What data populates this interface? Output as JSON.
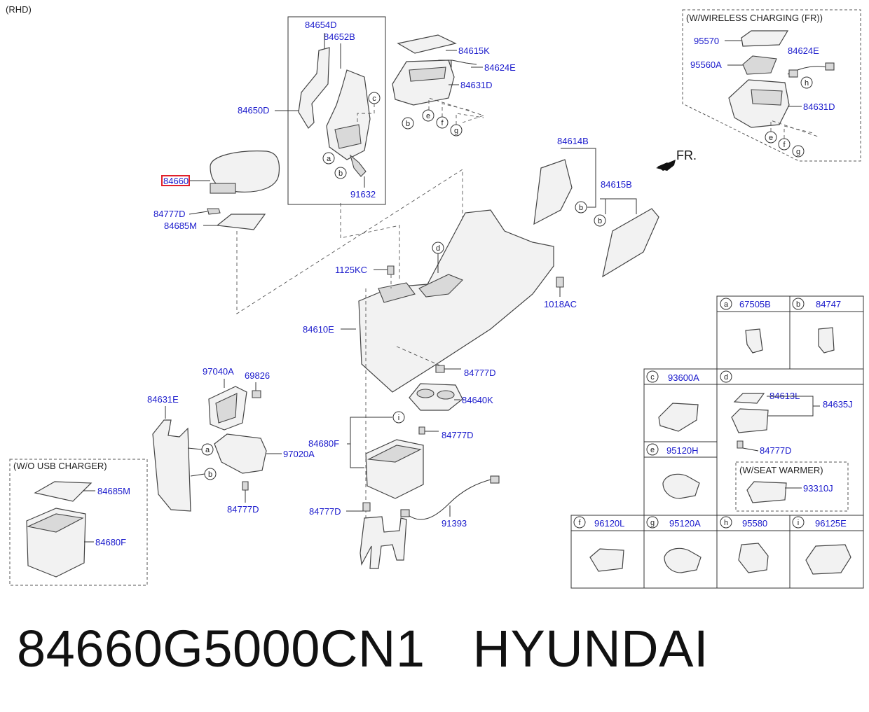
{
  "header": {
    "variant": "(RHD)"
  },
  "boxes": {
    "wireless_title": "(W/WIRELESS CHARGING (FR))",
    "usb_title": "(W/O USB CHARGER)",
    "seat_title": "(W/SEAT WARMER)",
    "fr": "FR."
  },
  "highlight": {
    "part": "84660",
    "color": "#e0202a"
  },
  "labels": {
    "p84654D": "84654D",
    "p84652B": "84652B",
    "p84650D": "84650D",
    "p91632": "91632",
    "p84615K": "84615K",
    "p84624E": "84624E",
    "p84631D": "84631D",
    "w95570": "95570",
    "w84624E": "84624E",
    "w95560A": "95560A",
    "w84631D": "84631D",
    "p84614B": "84614B",
    "p84615B": "84615B",
    "p84777D_a": "84777D",
    "p84685M": "84685M",
    "p1125KC": "1125KC",
    "p1018AC": "1018AC",
    "p84610E": "84610E",
    "p84777D_b": "84777D",
    "p84640K": "84640K",
    "p84777D_c": "84777D",
    "p84680F": "84680F",
    "p84777D_d": "84777D",
    "p91393": "91393",
    "p97040A": "97040A",
    "p69826": "69826",
    "p84631E": "84631E",
    "p97020A": "97020A",
    "p84777D_e": "84777D",
    "u84685M": "84685M",
    "u84680F": "84680F"
  },
  "legend": [
    {
      "letter": "a",
      "part": "67505B"
    },
    {
      "letter": "b",
      "part": "84747"
    },
    {
      "letter": "c",
      "part": "93600A"
    },
    {
      "letter": "d",
      "part": ""
    },
    {
      "letter": "e",
      "part": "95120H"
    },
    {
      "letter": "f",
      "part": "96120L"
    },
    {
      "letter": "g",
      "part": "95120A"
    },
    {
      "letter": "h",
      "part": "95580"
    },
    {
      "letter": "i",
      "part": "96125E"
    }
  ],
  "legend_d": {
    "p84613L": "84613L",
    "p84635J": "84635J",
    "p84777D": "84777D",
    "p93310J": "93310J"
  },
  "footer": {
    "part_number": "84660G5000CN1",
    "brand": "HYUNDAI"
  }
}
